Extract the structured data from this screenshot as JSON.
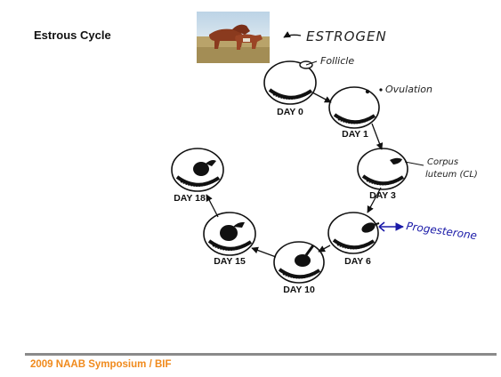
{
  "slide": {
    "title": "Estrous Cycle",
    "footer": "2009 NAAB Symposium / BIF"
  },
  "diagram": {
    "stages": [
      {
        "label": "DAY 0",
        "structure": "follicle"
      },
      {
        "label": "DAY 1",
        "structure": "ovulation"
      },
      {
        "label": "DAY 3",
        "structure": "early corpus luteum"
      },
      {
        "label": "DAY 6",
        "structure": "corpus luteum"
      },
      {
        "label": "DAY 10",
        "structure": "corpus luteum"
      },
      {
        "label": "DAY 15",
        "structure": "corpus luteum"
      },
      {
        "label": "DAY 18",
        "structure": "corpus luteum"
      }
    ],
    "annotations": {
      "estrogen": "ESTROGEN",
      "follicle": "Follicle",
      "ovulation": "Ovulation",
      "corpus_1": "Corpus",
      "corpus_2": "luteum (CL)",
      "progesterone": "Progesterone"
    },
    "colors": {
      "ink": "#111111",
      "handwriting_blue": "#1a1aa8",
      "footer_orange": "#f08a1c"
    }
  }
}
